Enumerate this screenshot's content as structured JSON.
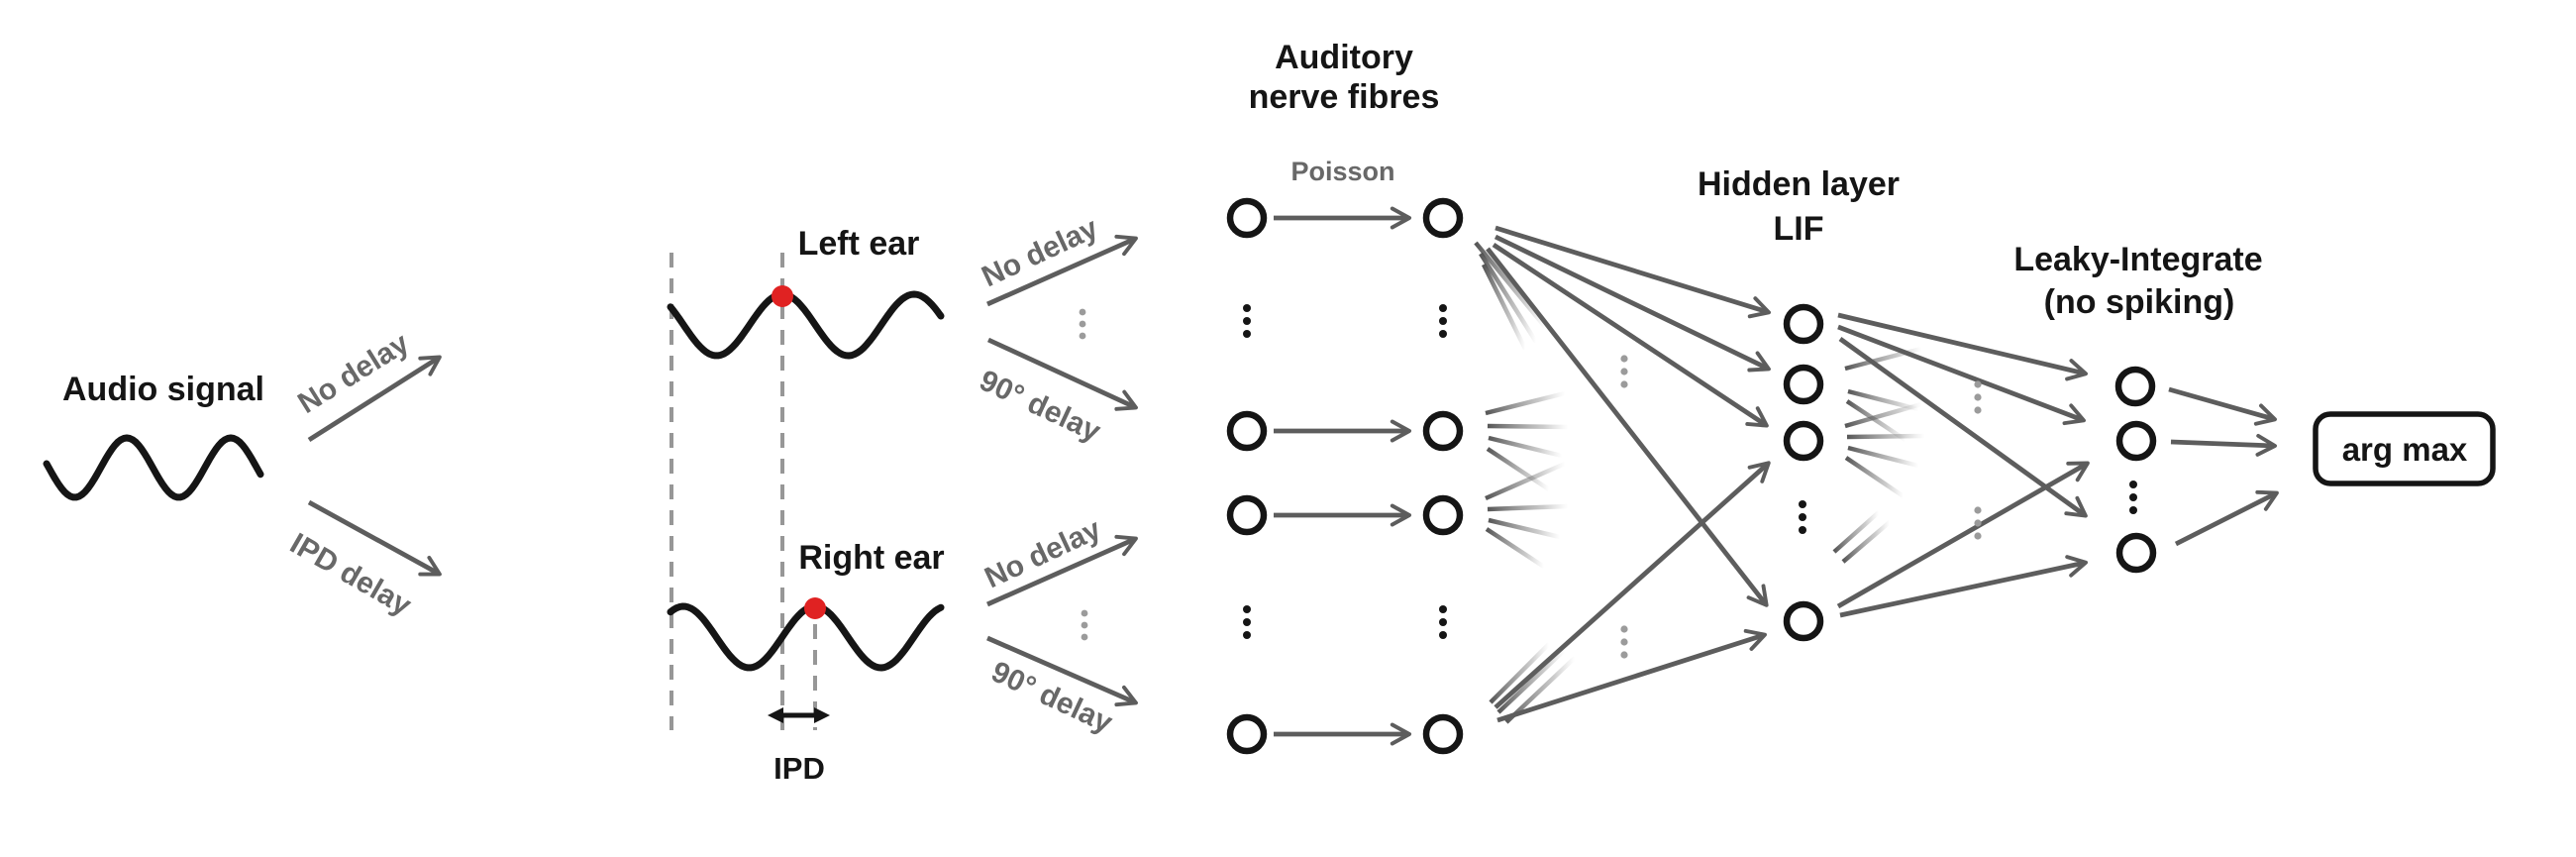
{
  "audio": {
    "label": "Audio signal"
  },
  "branches": {
    "no_delay": "No delay",
    "ipd_delay": "IPD delay"
  },
  "ears": {
    "left_label": "Left ear",
    "right_label": "Right ear",
    "ipd_label": "IPD",
    "channels": {
      "no_delay": "No delay",
      "delay_90": "90° delay"
    }
  },
  "nerve": {
    "title": [
      "Auditory",
      "nerve fibres"
    ],
    "poisson": "Poisson"
  },
  "hidden": {
    "title": [
      "Hidden layer",
      "LIF"
    ]
  },
  "output": {
    "title": [
      "Leaky-Integrate",
      "(no spiking)"
    ]
  },
  "argmax": {
    "label": "arg max"
  },
  "theme": {
    "ink": "#151515",
    "arrow": "#5d5d5d",
    "label_gray": "#686868",
    "dash": "#979797",
    "dot_gray": "#9b9b9b",
    "red": "#e02222",
    "background": "#ffffff"
  }
}
